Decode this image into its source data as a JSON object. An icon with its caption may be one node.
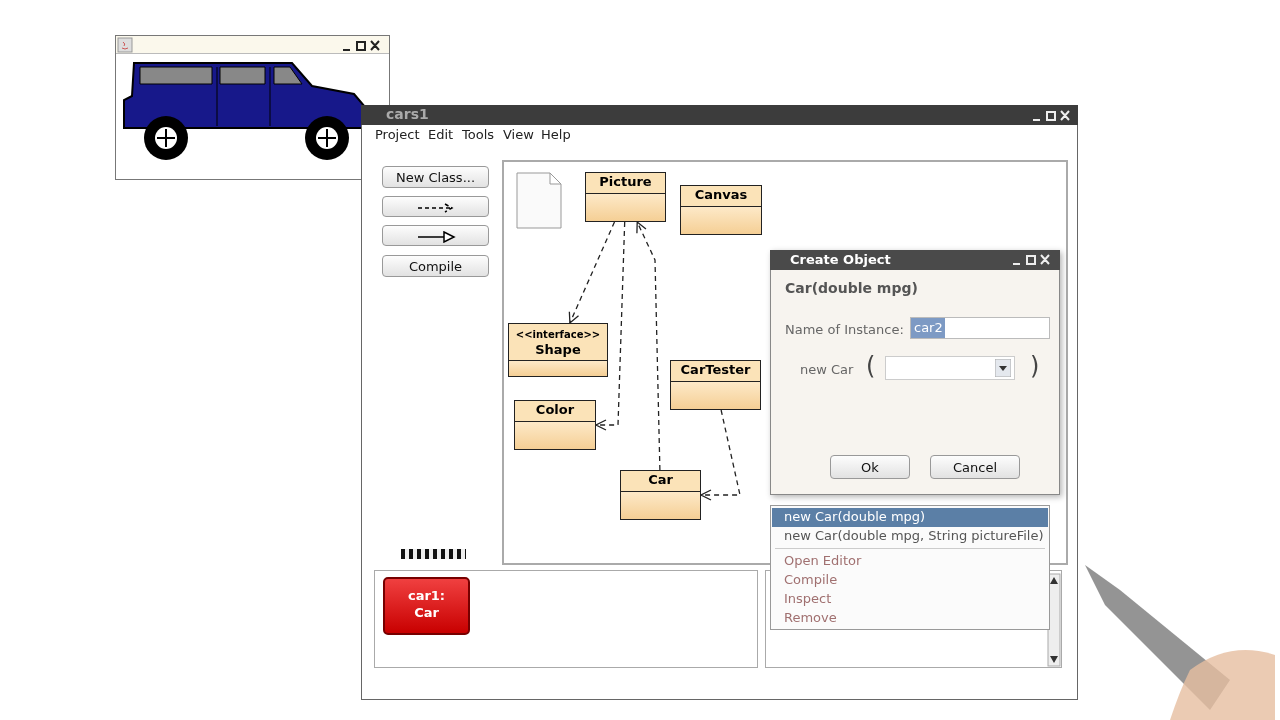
{
  "diagram": {
    "nodes": [
      {
        "text": [
          "Picture"
        ]
      },
      {
        "text": [
          "Canvas"
        ]
      },
      {
        "text": [
          "<<interface>>",
          "Shape"
        ]
      },
      {
        "text": [
          "Color"
        ]
      },
      {
        "text": [
          "CarTester"
        ]
      },
      {
        "text": [
          "Car"
        ]
      }
    ],
    "edges": [
      {
        "from": 0,
        "to": 2,
        "arrow": "to",
        "style": "dashed"
      },
      {
        "from": 0,
        "to": 3,
        "arrow": "to",
        "style": "dashed"
      },
      {
        "from": 5,
        "to": 0,
        "arrow": "to",
        "style": "dashed"
      },
      {
        "from": 4,
        "to": 5,
        "arrow": "to",
        "style": "dashed"
      }
    ],
    "labels": [
      "cars1",
      "Project",
      "Edit",
      "Tools",
      "View",
      "Help",
      "New Class...",
      "Compile",
      "Create Object",
      "Car(double mpg)",
      "Name of Instance:",
      "car2",
      "new Car",
      "(",
      ")",
      "Ok",
      "Cancel",
      "new Car(double mpg)",
      "new Car(double mpg, String pictureFile)",
      "Open Editor",
      "Compile",
      "Inspect",
      "Remove",
      "car1: Car"
    ]
  }
}
